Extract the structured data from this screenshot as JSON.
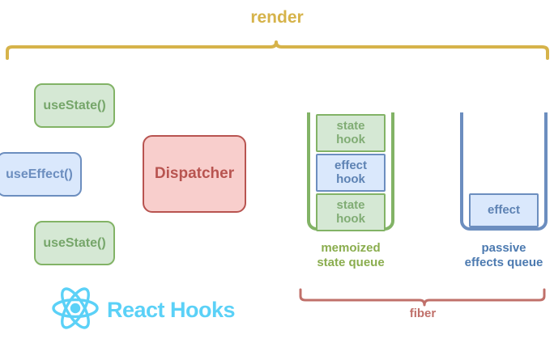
{
  "diagram": {
    "title": "render",
    "title_color": "#d6b34a",
    "fiber_label": "fiber",
    "fiber_color": "#c0706a"
  },
  "hooks": [
    {
      "label": "useState()",
      "kind": "state",
      "color": "#d5e8d4"
    },
    {
      "label": "useEffect()",
      "kind": "effect",
      "color": "#dae8fc"
    },
    {
      "label": "useState()",
      "kind": "state",
      "color": "#d5e8d4"
    }
  ],
  "dispatcher": {
    "label": "Dispatcher",
    "fill": "#f8cecc",
    "stroke": "#b85450"
  },
  "memoized_state_queue": {
    "caption_line1": "memoized",
    "caption_line2": "state queue",
    "caption_color": "#8aad4e",
    "stroke": "#82b366",
    "cells": [
      {
        "line1": "state",
        "line2": "hook",
        "kind": "state"
      },
      {
        "line1": "effect",
        "line2": "hook",
        "kind": "effect"
      },
      {
        "line1": "state",
        "line2": "hook",
        "kind": "state"
      }
    ]
  },
  "passive_effects_queue": {
    "caption_line1": "passive",
    "caption_line2": "effects queue",
    "caption_color": "#4c7ab0",
    "stroke": "#6c8ebf",
    "cells": [
      {
        "line1": "effect",
        "kind": "effect"
      }
    ]
  },
  "branding": {
    "wordmark": "React Hooks",
    "logo_icon": "react-atom-icon",
    "logo_color": "#5bd1f7"
  }
}
